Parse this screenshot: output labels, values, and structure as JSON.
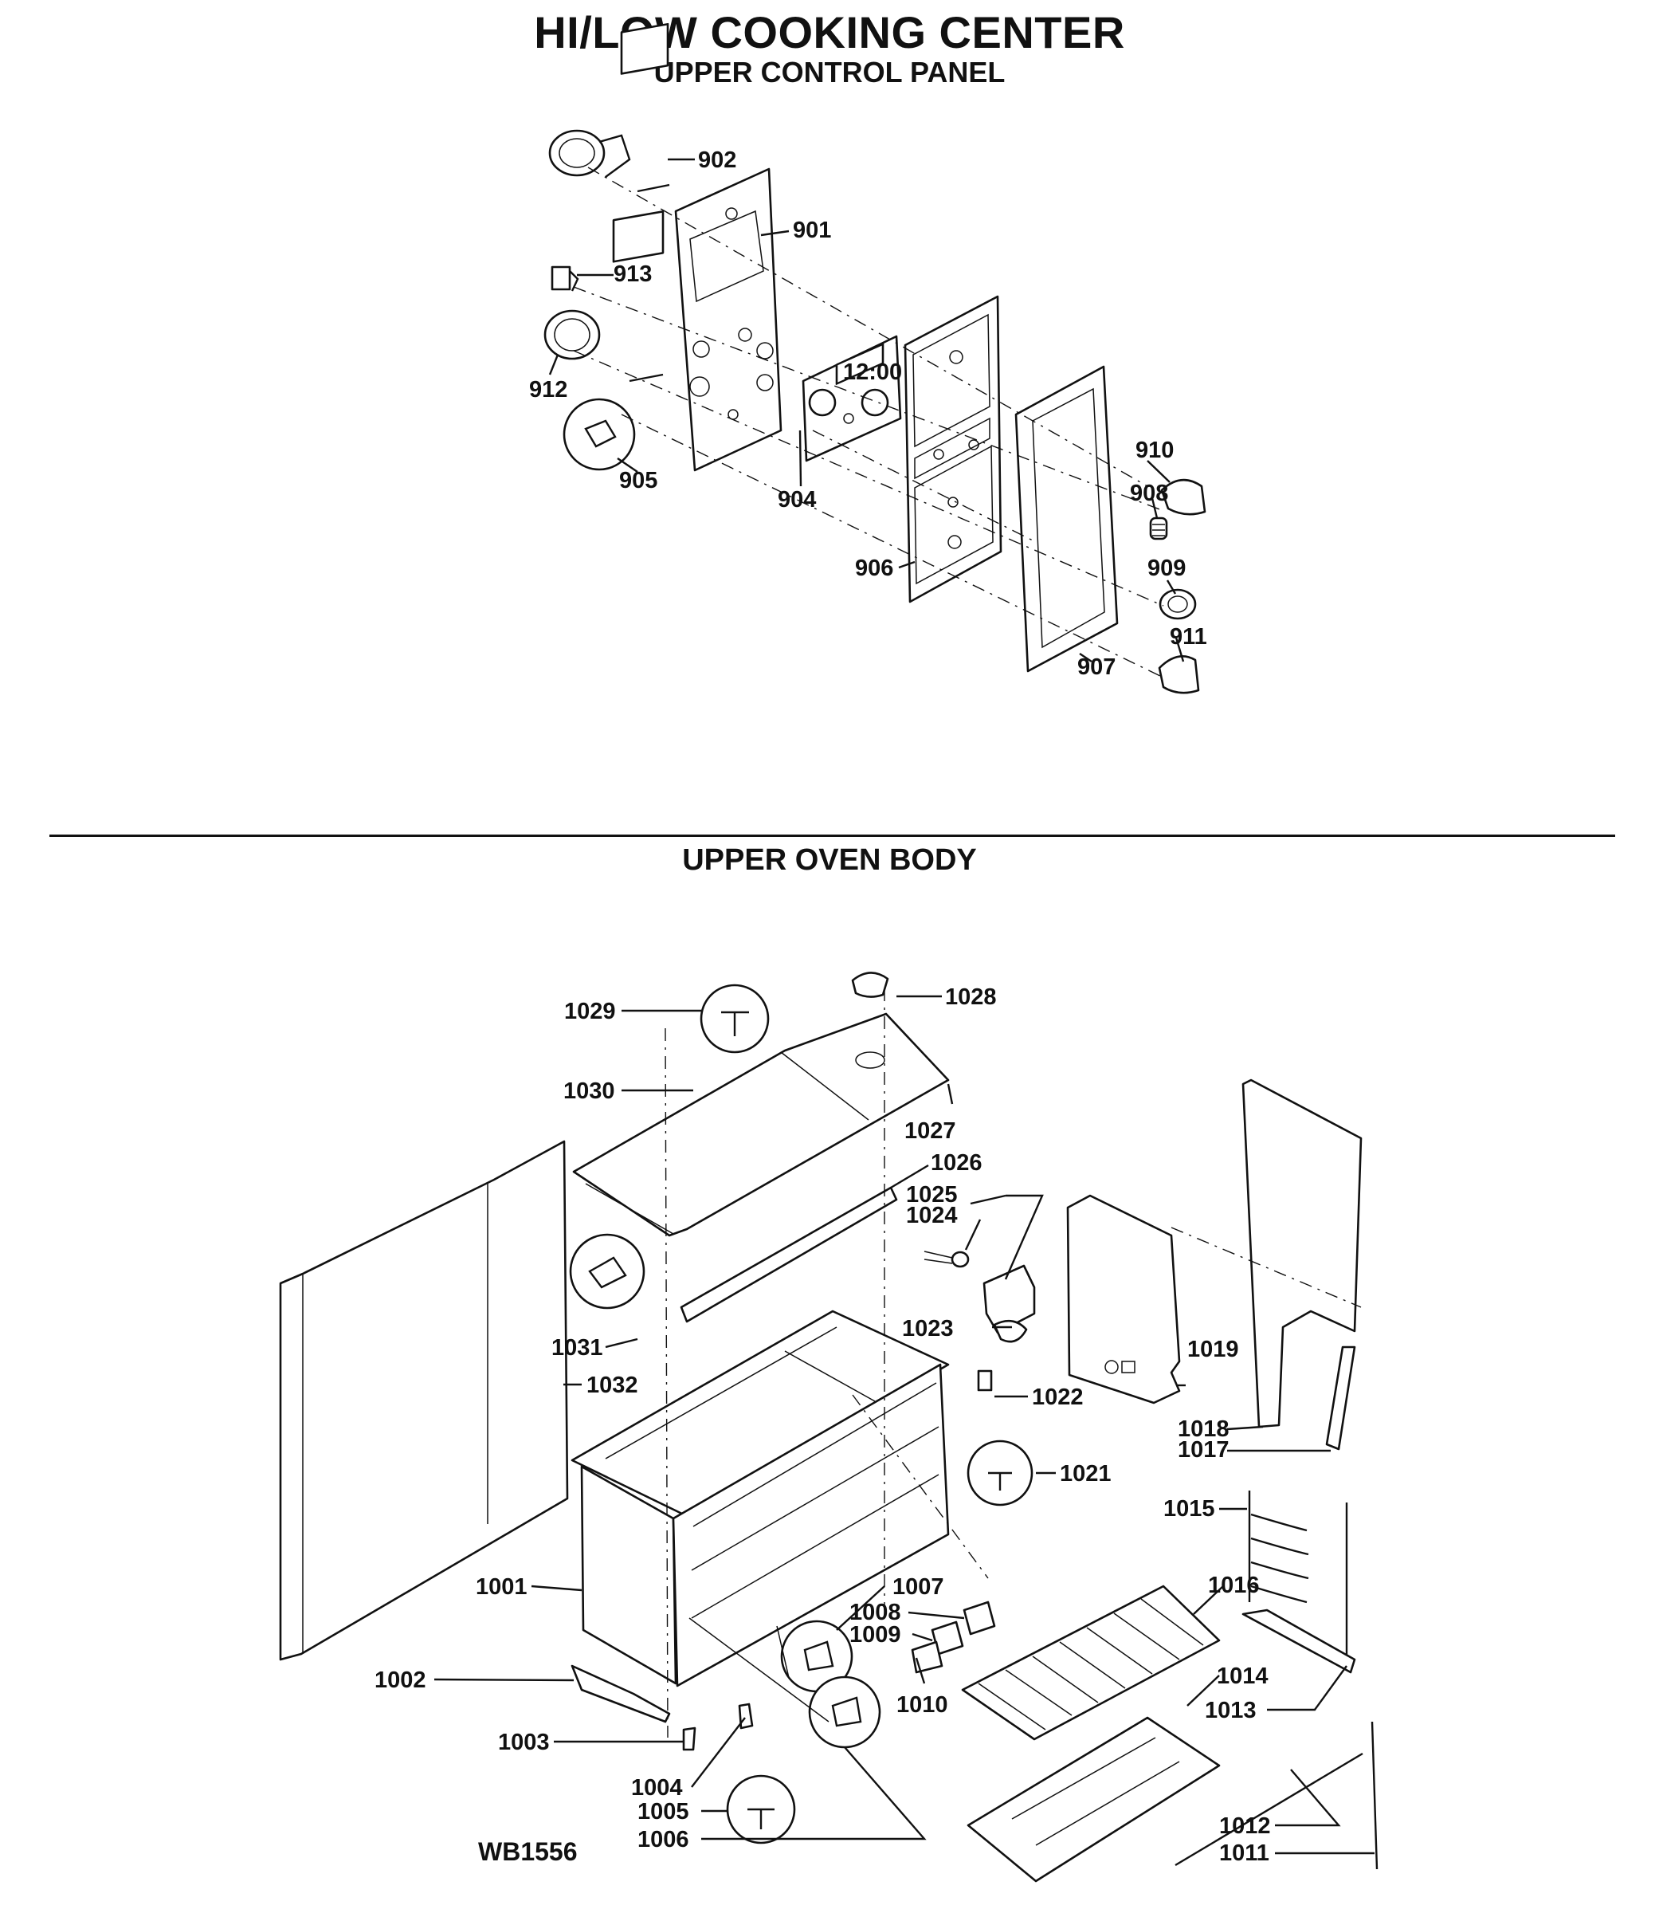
{
  "title": "HI/LOW COOKING CENTER",
  "section_upper": "UPPER CONTROL PANEL",
  "section_lower": "UPPER OVEN BODY",
  "diagram_code": "WB1556",
  "clock_display": "12:00",
  "upper_labels": [
    "902",
    "901",
    "913",
    "912",
    "905",
    "904",
    "906",
    "910",
    "908",
    "909",
    "911",
    "907"
  ],
  "lower_labels": [
    "1029",
    "1028",
    "1030",
    "1027",
    "1026",
    "1025",
    "1024",
    "1031",
    "1023",
    "1032",
    "1019",
    "1022",
    "1018",
    "1017",
    "1021",
    "1015",
    "1001",
    "1007",
    "1016",
    "1008",
    "1009",
    "1002",
    "1010",
    "1014",
    "1013",
    "1003",
    "1004",
    "1005",
    "1006",
    "1012",
    "1011"
  ]
}
